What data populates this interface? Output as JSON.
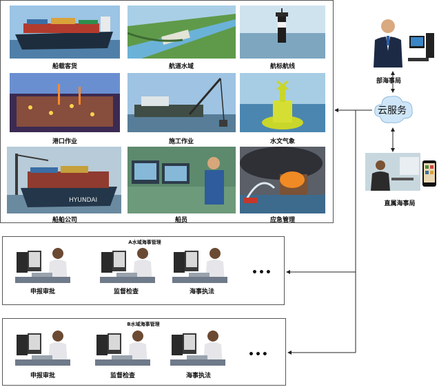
{
  "top_panel": {
    "tiles": [
      {
        "label": "船载客货",
        "icon": "container-ship-photo"
      },
      {
        "label": "航道水域",
        "icon": "waterway-aerial-photo"
      },
      {
        "label": "航标航线",
        "icon": "lighthouse-buoy-photo"
      },
      {
        "label": "港口作业",
        "icon": "port-night-photo"
      },
      {
        "label": "施工作业",
        "icon": "dredging-barge-photo"
      },
      {
        "label": "水文气象",
        "icon": "hydrology-buoy-photo"
      },
      {
        "label": "船舶公司",
        "icon": "hyundai-ship-photo"
      },
      {
        "label": "船员",
        "icon": "control-room-photo"
      },
      {
        "label": "应急管理",
        "icon": "fire-rescue-photo"
      }
    ]
  },
  "cloud": {
    "label": "云服务"
  },
  "ministry": {
    "label": "部海事局"
  },
  "direct": {
    "label": "直属海事局"
  },
  "area_a": {
    "title": "A水域海事管理",
    "workers": [
      "申报审批",
      "监督检查",
      "海事执法"
    ],
    "more": "•••"
  },
  "area_b": {
    "title": "B水域海事管理",
    "workers": [
      "申报审批",
      "监督检查",
      "海事执法"
    ],
    "more": "•••"
  }
}
